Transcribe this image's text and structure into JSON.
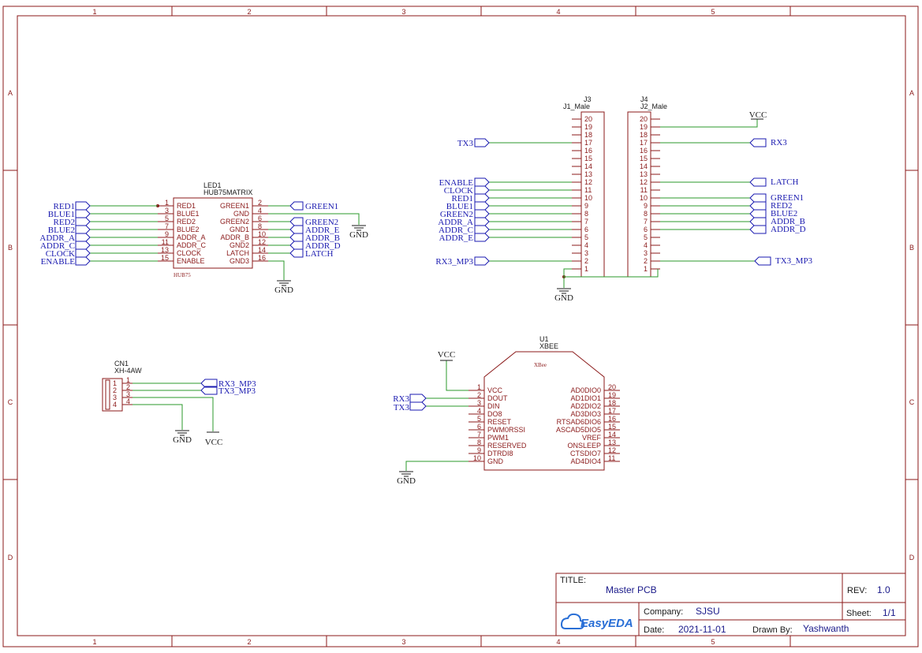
{
  "frame": {
    "columns": [
      "1",
      "2",
      "3",
      "4",
      "5"
    ],
    "rows": [
      "A",
      "B",
      "C",
      "D"
    ]
  },
  "title_block": {
    "title_label": "TITLE:",
    "title": "Master PCB",
    "rev_label": "REV:",
    "rev": "1.0",
    "company_label": "Company:",
    "company": "SJSU",
    "sheet_label": "Sheet:",
    "sheet": "1/1",
    "date_label": "Date:",
    "date": "2021-11-01",
    "drawn_label": "Drawn By:",
    "drawn_by": "Yashwanth",
    "logo_text": "EasyEDA"
  },
  "led1": {
    "designator": "LED1",
    "value": "HUB75MATRIX",
    "footprint": "HUB75",
    "left_pins": [
      {
        "num": "1",
        "name": "RED1",
        "net": "RED1"
      },
      {
        "num": "3",
        "name": "BLUE1",
        "net": "BLUE1"
      },
      {
        "num": "5",
        "name": "RED2",
        "net": "RED2"
      },
      {
        "num": "7",
        "name": "BLUE2",
        "net": "BLUE2"
      },
      {
        "num": "9",
        "name": "ADDR_A",
        "net": "ADDR_A"
      },
      {
        "num": "11",
        "name": "ADDR_C",
        "net": "ADDR_C"
      },
      {
        "num": "13",
        "name": "CLOCK",
        "net": "CLOCK"
      },
      {
        "num": "15",
        "name": "ENABLE",
        "net": "ENABLE"
      }
    ],
    "right_pins": [
      {
        "num": "2",
        "name": "GREEN1",
        "net": "GREEN1"
      },
      {
        "num": "4",
        "name": "GND",
        "net": ""
      },
      {
        "num": "6",
        "name": "GREEN2",
        "net": "GREEN2"
      },
      {
        "num": "8",
        "name": "GND1",
        "net": "ADDR_E"
      },
      {
        "num": "10",
        "name": "ADDR_B",
        "net": "ADDR_B"
      },
      {
        "num": "12",
        "name": "GND2",
        "net": "ADDR_D"
      },
      {
        "num": "14",
        "name": "LATCH",
        "net": "LATCH"
      },
      {
        "num": "16",
        "name": "GND3",
        "net": ""
      }
    ],
    "gnd_labels": [
      "GND",
      "GND"
    ]
  },
  "j3": {
    "designator": "J3",
    "value": "J1_Male",
    "pins": [
      "20",
      "19",
      "18",
      "17",
      "16",
      "15",
      "14",
      "13",
      "12",
      "11",
      "10",
      "9",
      "8",
      "7",
      "6",
      "5",
      "4",
      "3",
      "2",
      "1"
    ],
    "nets": [
      {
        "pin": "17",
        "net": "TX3"
      },
      {
        "pin": "12",
        "net": "ENABLE"
      },
      {
        "pin": "11",
        "net": "CLOCK"
      },
      {
        "pin": "10",
        "net": "RED1"
      },
      {
        "pin": "9",
        "net": "BLUE1"
      },
      {
        "pin": "8",
        "net": "GREEN2"
      },
      {
        "pin": "7",
        "net": "ADDR_A"
      },
      {
        "pin": "6",
        "net": "ADDR_C"
      },
      {
        "pin": "5",
        "net": "ADDR_E"
      },
      {
        "pin": "2",
        "net": "RX3_MP3"
      }
    ],
    "gnd_label": "GND"
  },
  "j4": {
    "designator": "J4",
    "value": "J2_Male",
    "pins": [
      "20",
      "19",
      "18",
      "17",
      "16",
      "15",
      "14",
      "13",
      "12",
      "11",
      "10",
      "9",
      "8",
      "7",
      "6",
      "5",
      "4",
      "3",
      "2",
      "1"
    ],
    "vcc_label": "VCC",
    "nets": [
      {
        "pin": "17",
        "net": "RX3"
      },
      {
        "pin": "12",
        "net": "LATCH"
      },
      {
        "pin": "10",
        "net": "GREEN1"
      },
      {
        "pin": "9",
        "net": "RED2"
      },
      {
        "pin": "8",
        "net": "BLUE2"
      },
      {
        "pin": "7",
        "net": "ADDR_B"
      },
      {
        "pin": "6",
        "net": "ADDR_D"
      },
      {
        "pin": "2",
        "net": "TX3_MP3"
      }
    ]
  },
  "cn1": {
    "designator": "CN1",
    "value": "XH-4AW",
    "pins": [
      "1",
      "2",
      "3",
      "4"
    ],
    "nets": [
      "RX3_MP3",
      "TX3_MP3"
    ],
    "gnd_label": "GND",
    "vcc_label": "VCC"
  },
  "u1": {
    "designator": "U1",
    "value": "XBEE",
    "body_text": "XBee",
    "left_pins": [
      {
        "num": "1",
        "name": "VCC"
      },
      {
        "num": "2",
        "name": "DOUT"
      },
      {
        "num": "3",
        "name": "DIN"
      },
      {
        "num": "4",
        "name": "DO8"
      },
      {
        "num": "5",
        "name": "RESET"
      },
      {
        "num": "6",
        "name": "PWM0RSSI"
      },
      {
        "num": "7",
        "name": "PWM1"
      },
      {
        "num": "8",
        "name": "RESERVED"
      },
      {
        "num": "9",
        "name": "DTRDI8"
      },
      {
        "num": "10",
        "name": "GND"
      }
    ],
    "right_pins": [
      {
        "num": "20",
        "name": "AD0DIO0"
      },
      {
        "num": "19",
        "name": "AD1DIO1"
      },
      {
        "num": "18",
        "name": "AD2DIO2"
      },
      {
        "num": "17",
        "name": "AD3DIO3"
      },
      {
        "num": "16",
        "name": "RTSAD6DIO6"
      },
      {
        "num": "15",
        "name": "ASCAD5DIO5"
      },
      {
        "num": "14",
        "name": "VREF"
      },
      {
        "num": "13",
        "name": "ONSLEEP"
      },
      {
        "num": "12",
        "name": "CTSDIO7"
      },
      {
        "num": "11",
        "name": "AD4DIO4"
      }
    ],
    "vcc_label": "VCC",
    "gnd_label": "GND",
    "nets": [
      "RX3",
      "TX3"
    ]
  }
}
